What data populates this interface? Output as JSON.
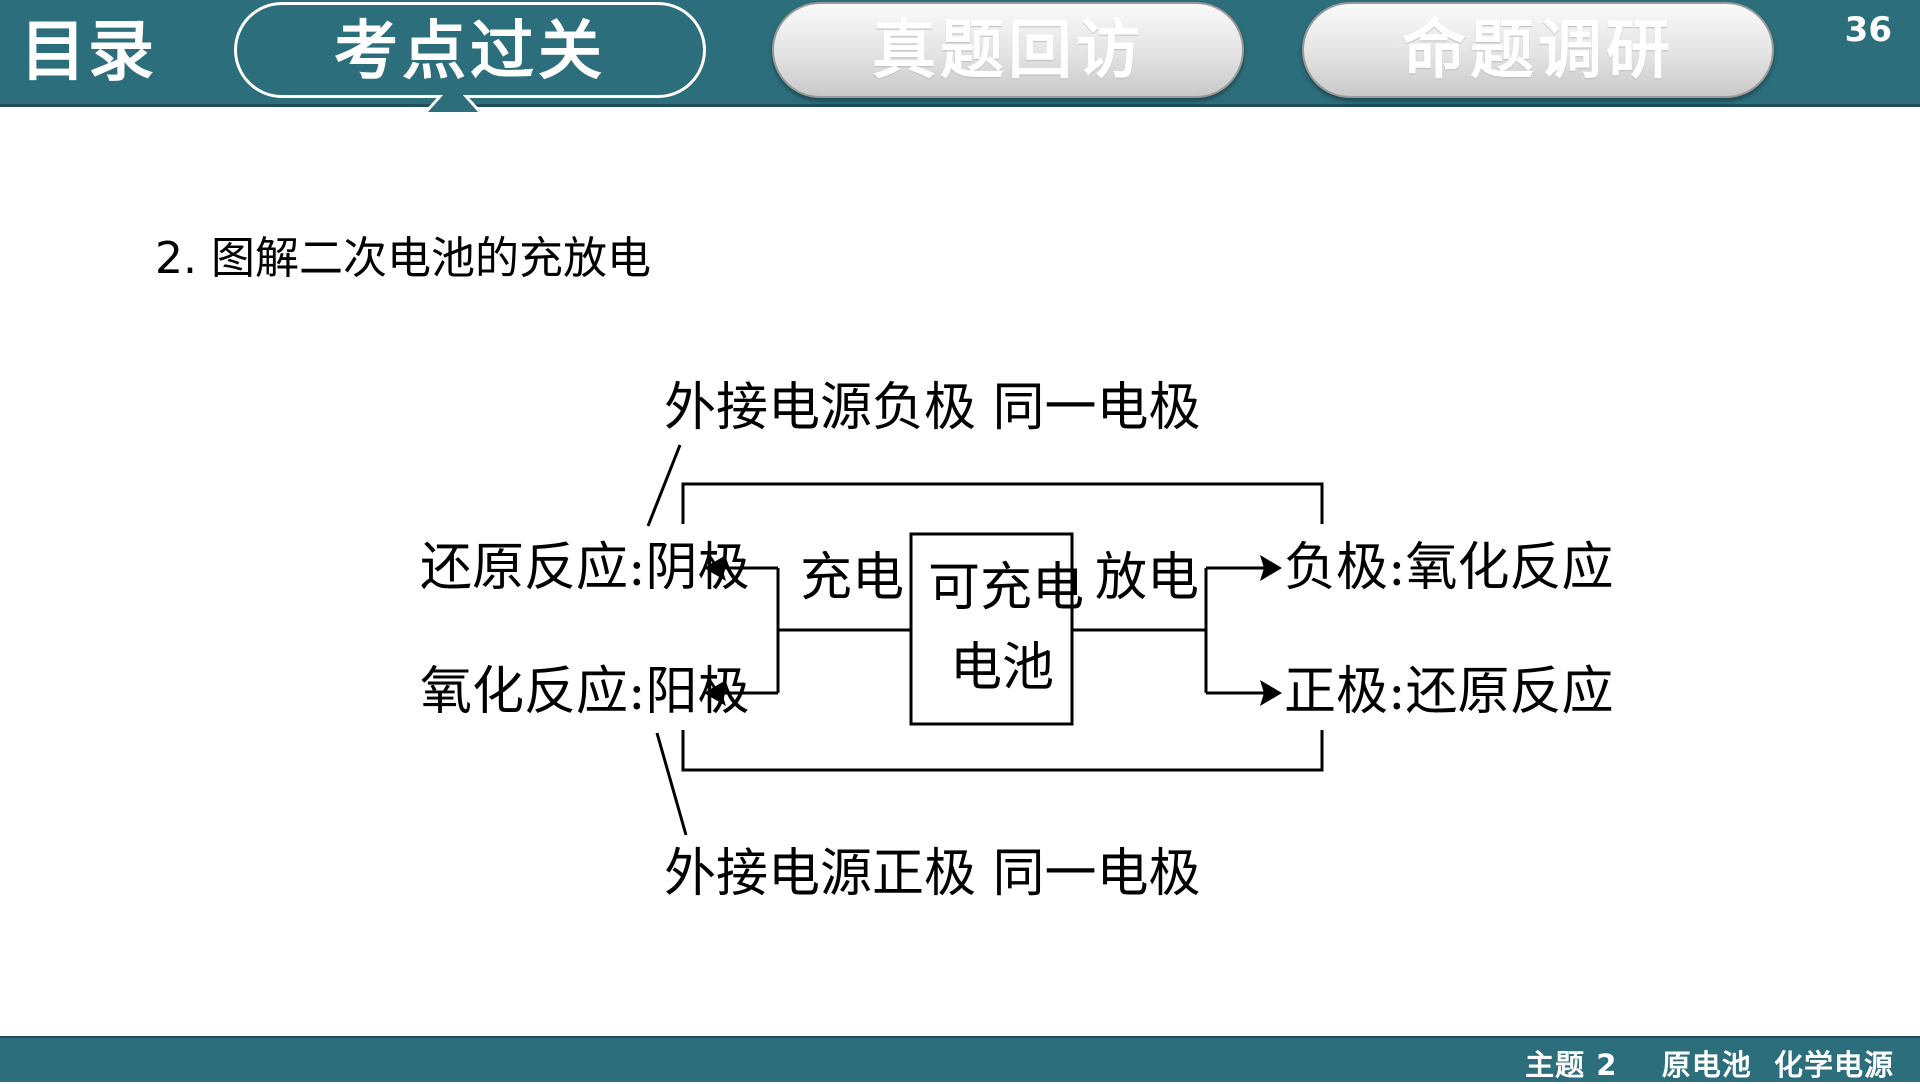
{
  "nav": {
    "toc_label": "目录",
    "tabs": [
      {
        "label": "考点过关",
        "active": true
      },
      {
        "label": "真题回访",
        "active": false
      },
      {
        "label": "命题调研",
        "active": false
      }
    ],
    "page_number": "36"
  },
  "content": {
    "section_title": "2. 图解二次电池的充放电",
    "diagram": {
      "top_annotation": "外接电源负极   同一电极",
      "bottom_annotation": "外接电源正极   同一电极",
      "left_top": "还原反应:阴极",
      "left_bottom": "氧化反应:阳极",
      "center_box_line1": "可充电",
      "center_box_line2": "电池",
      "charge_label": "充电",
      "discharge_label": "放电",
      "right_top": "负极:氧化反应",
      "right_bottom": "正极:还原反应"
    }
  },
  "footer": {
    "text": "主题 2    原电池  化学电源"
  }
}
